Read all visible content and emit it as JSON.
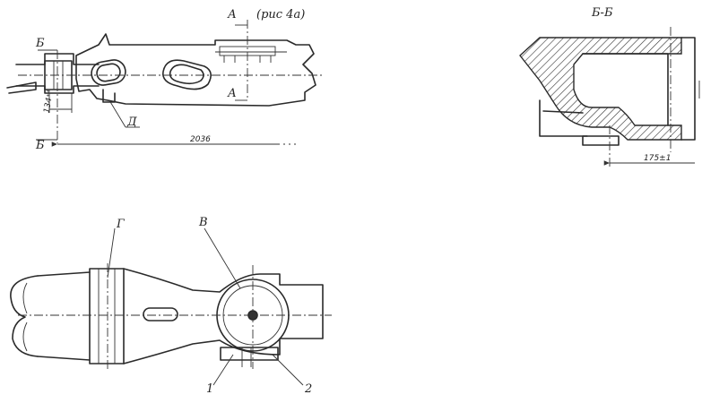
{
  "labels": {
    "section_a": "А",
    "ref_fig": "(рис 4а)",
    "section_b": "Б",
    "section_bb": "Б-Б",
    "label_d": "Д",
    "dim_134": "134⁺⁴",
    "dim_2036": "2036",
    "dim_175": "175±1",
    "label_g": "Г",
    "label_v": "В",
    "item_1": "1",
    "item_2": "2"
  }
}
